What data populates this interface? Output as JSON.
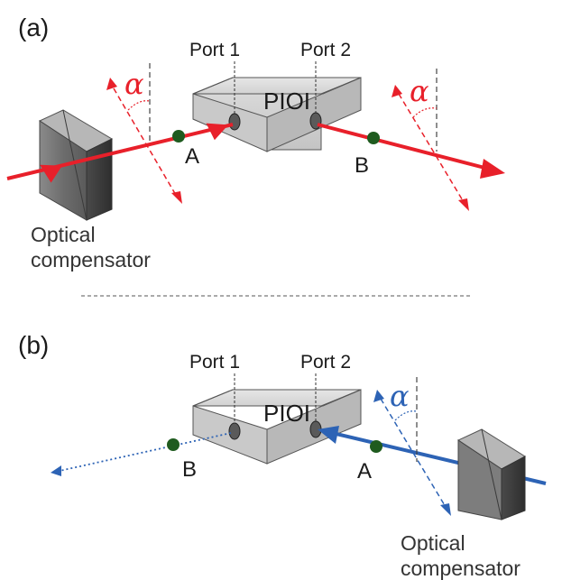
{
  "panels": [
    {
      "label": "(a)",
      "device": "PIOI",
      "port1": "Port 1",
      "port2": "Port 2",
      "point_a": "A",
      "point_b": "B",
      "angle": "α",
      "compensator_line1": "Optical",
      "compensator_line2": "compensator",
      "beam_color": "#e8202a"
    },
    {
      "label": "(b)",
      "device": "PIOI",
      "port1": "Port 1",
      "port2": "Port 2",
      "point_a": "A",
      "point_b": "B",
      "angle": "α",
      "compensator_line1": "Optical",
      "compensator_line2": "compensator",
      "beam_color": "#2d63b5"
    }
  ],
  "colors": {
    "red_beam": "#e8202a",
    "blue_beam": "#2d63b5",
    "marker_green": "#1f5b1f",
    "box_face": "#d9d9d9"
  }
}
